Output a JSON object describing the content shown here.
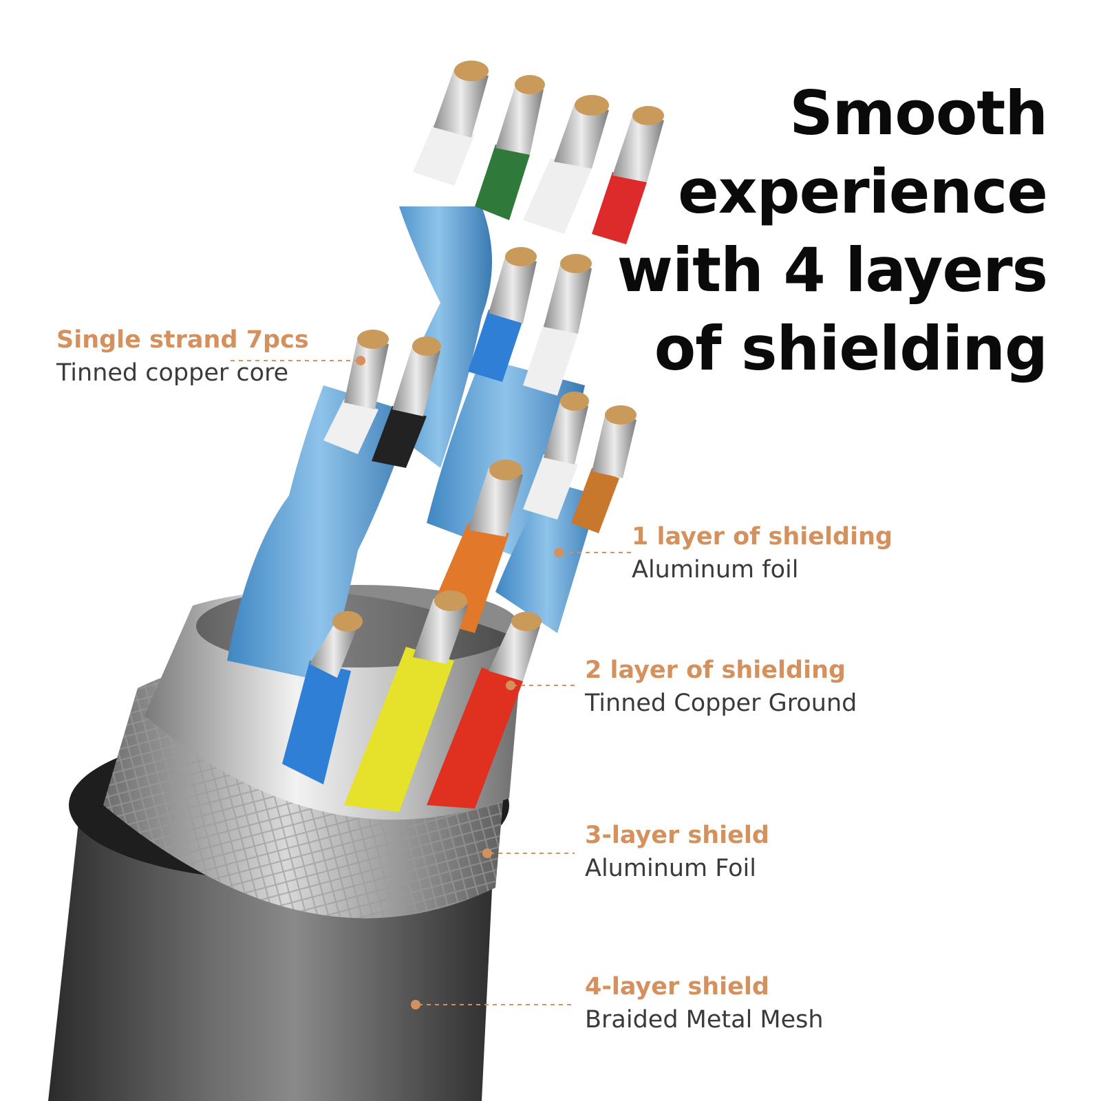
{
  "headline": {
    "lines": [
      "Smooth",
      "experience",
      "with 4 layers",
      "of shielding"
    ]
  },
  "callouts": [
    {
      "title": "Single strand 7pcs",
      "subtitle": "Tinned copper core"
    },
    {
      "title": "1 layer of shielding",
      "subtitle": "Aluminum foil"
    },
    {
      "title": "2 layer of shielding",
      "subtitle": "Tinned Copper Ground"
    },
    {
      "title": "3-layer shield",
      "subtitle": "Aluminum Foil"
    },
    {
      "title": "4-layer shield",
      "subtitle": "Braided Metal Mesh"
    }
  ],
  "colors": {
    "accent": "#d4915e",
    "subtitle": "#3a3a3a",
    "headline": "#0a0a0a",
    "foil_blue": "#5a9fd4",
    "jacket": "#4a4a4a"
  }
}
